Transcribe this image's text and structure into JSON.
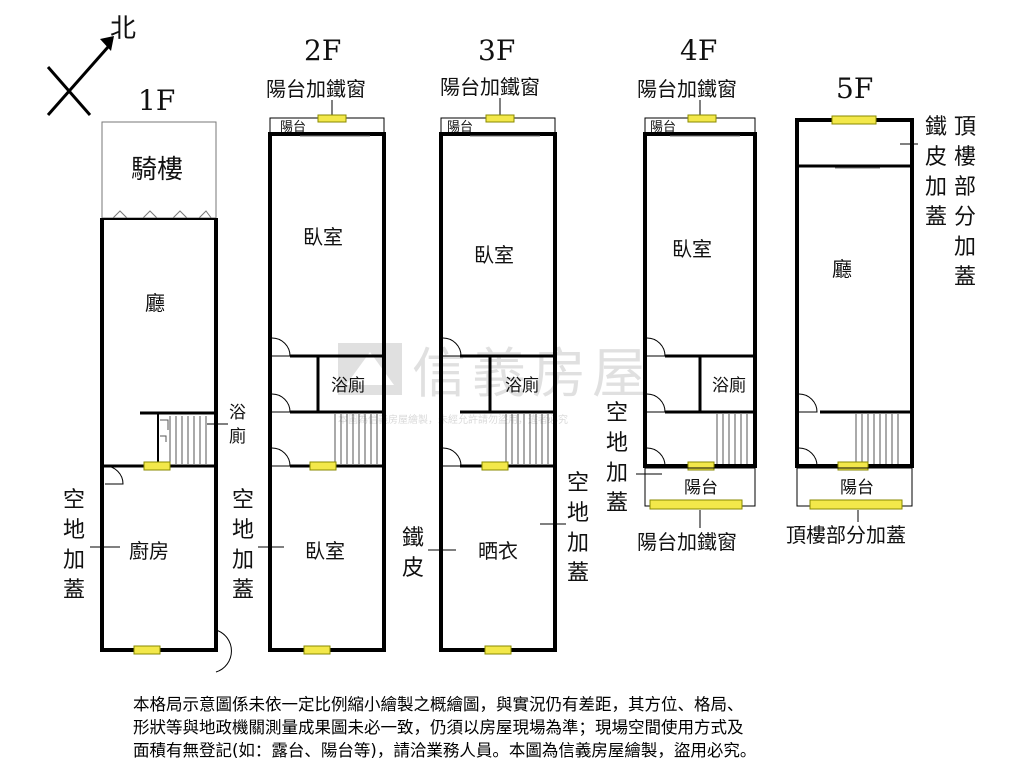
{
  "compass": {
    "label": "北"
  },
  "floors": {
    "f1": {
      "title": "1F",
      "arcade": "騎樓",
      "hall": "廳",
      "bath": [
        "浴",
        "廁"
      ],
      "kitchen": "廚房",
      "side_note": [
        "空",
        "地",
        "加",
        "蓋"
      ]
    },
    "f2": {
      "title": "2F",
      "top_window": "陽台加鐵窗",
      "balcony": "陽台",
      "bedroom_front": "臥室",
      "bath": "浴廁",
      "bedroom_back": "臥室",
      "side_note": [
        "空",
        "地",
        "加",
        "蓋"
      ]
    },
    "f3": {
      "title": "3F",
      "top_window": "陽台加鐵窗",
      "balcony": "陽台",
      "bedroom": "臥室",
      "bath": "浴廁",
      "drying": "晒衣",
      "side_left": [
        "鐵",
        "皮"
      ],
      "side_right": [
        "空",
        "地",
        "加",
        "蓋"
      ]
    },
    "f4": {
      "title": "4F",
      "top_window": "陽台加鐵窗",
      "balcony_top": "陽台",
      "bedroom": "臥室",
      "bath": "浴廁",
      "balcony_back": "陽台",
      "bottom_window": "陽台加鐵窗",
      "side_note": [
        "空",
        "地",
        "加",
        "蓋"
      ]
    },
    "f5": {
      "title": "5F",
      "hall": "廳",
      "balcony": "陽台",
      "bottom_note": "頂樓部分加蓋",
      "side_col1": [
        "鐵",
        "皮",
        "加",
        "蓋"
      ],
      "side_col2": [
        "頂",
        "樓",
        "部",
        "分",
        "加",
        "蓋"
      ]
    }
  },
  "watermark": {
    "brand": "信義房屋",
    "notice": "本圖為信義房屋繪製，未經允許請勿盜用，違者必究"
  },
  "disclaimer": [
    "本格局示意圖係未依一定比例縮小繪製之概繪圖，與實況仍有差距，其方位、格局、",
    "形狀等與地政機關測量成果圖未必一致，仍須以房屋現場為準；現場空間使用方式及",
    "面積有無登記(如：露台、陽台等)，請洽業務人員。本圖為信義房屋繪製，盜用必究。"
  ],
  "colors": {
    "wall": "#000000",
    "window": "#f3e84a",
    "window_edge": "#8a8a00",
    "watermark": "#cfcfcf"
  }
}
